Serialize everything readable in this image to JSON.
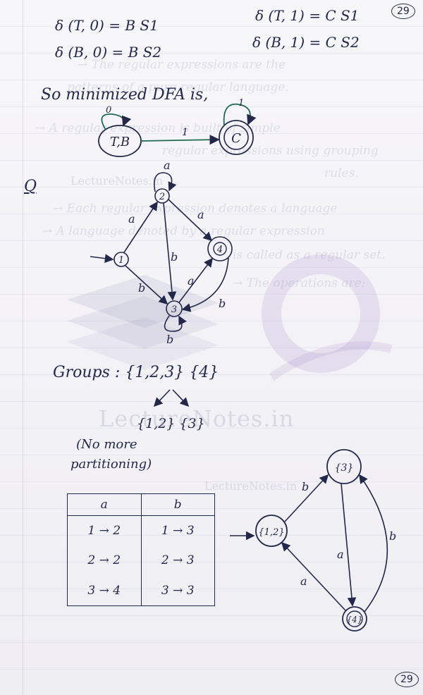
{
  "header": {
    "page_number_top": "29",
    "page_number_bottom": "29"
  },
  "equations": [
    "δ (T, 0) = B  S1",
    "δ (B, 0) = B  S2",
    "δ (T, 1) = C  S1",
    "δ (B, 1) = C  S2"
  ],
  "minimized_text": "So minimized DFA is,",
  "dfa1": {
    "state_start": "T,B",
    "state_final": "C",
    "loop_start": "0",
    "loop_final": "1",
    "edge_label": "1"
  },
  "question_label": "Q",
  "dfa2": {
    "states": [
      "1",
      "2",
      "3",
      "4"
    ],
    "edge_labels": {
      "loop_2": "a",
      "e_1_2": "a",
      "e_2_3": "b",
      "e_2_4": "a",
      "e_1_3": "b",
      "e_3_4": "a",
      "e_4_3": "b",
      "loop_3": "b"
    }
  },
  "groups_text": "Groups : {1,2,3} {4}",
  "split_text": "{1,2}  {3}",
  "note_text": [
    "(No more",
    "partitioning)"
  ],
  "table": {
    "headers": [
      "a",
      "b"
    ],
    "rows": [
      [
        "1 → 2",
        "1 → 3"
      ],
      [
        "2 → 2",
        "2 → 3"
      ],
      [
        "3 → 4",
        "3 → 3"
      ]
    ]
  },
  "dfa3": {
    "state_12": "{1,2}",
    "state_34": "{3}",
    "state_4": "{4}",
    "edge_12_34": "b",
    "edge_34_4": "a",
    "edge_4_12": "a",
    "edge_4_34": "b"
  },
  "watermarks": [
    "LectureNotes.in",
    "LectureNotes.in",
    "LectureNotes.in"
  ],
  "bleed_through": [
    "→ The regular expressions are the",
    "patterns of a pure regular language.",
    "→ A regular expression is built of simple",
    "regular expressions using grouping",
    "rules.",
    "→ Each regular expression denotes a language",
    "→ A language denoted by a regular expression",
    "is called as a regular set.",
    "→ The operations are:"
  ]
}
